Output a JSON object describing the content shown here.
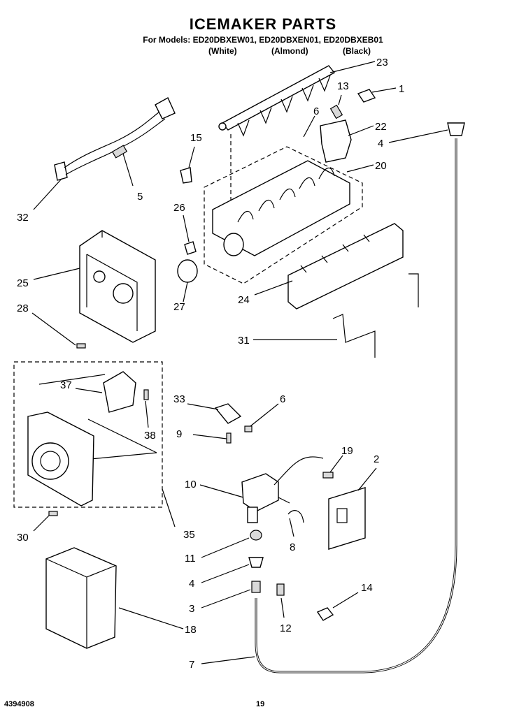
{
  "header": {
    "title": "ICEMAKER PARTS",
    "models_line": "For Models: ED20DBXEW01, ED20DBXEN01, ED20DBXEB01",
    "color_white": "(White)",
    "color_almond": "(Almond)",
    "color_black": "(Black)"
  },
  "footer": {
    "doc_number": "4394908",
    "page_number": "19"
  },
  "callouts": {
    "c1": "1",
    "c2": "2",
    "c3": "3",
    "c4a": "4",
    "c4b": "4",
    "c5": "5",
    "c6a": "6",
    "c6b": "6",
    "c7": "7",
    "c8": "8",
    "c9": "9",
    "c10": "10",
    "c11": "11",
    "c12": "12",
    "c13": "13",
    "c14": "14",
    "c15": "15",
    "c18": "18",
    "c19": "19",
    "c20": "20",
    "c22": "22",
    "c23": "23",
    "c24": "24",
    "c25": "25",
    "c26": "26",
    "c27": "27",
    "c28": "28",
    "c30": "30",
    "c31": "31",
    "c32": "32",
    "c33": "33",
    "c35": "35",
    "c37": "37",
    "c38": "38"
  }
}
